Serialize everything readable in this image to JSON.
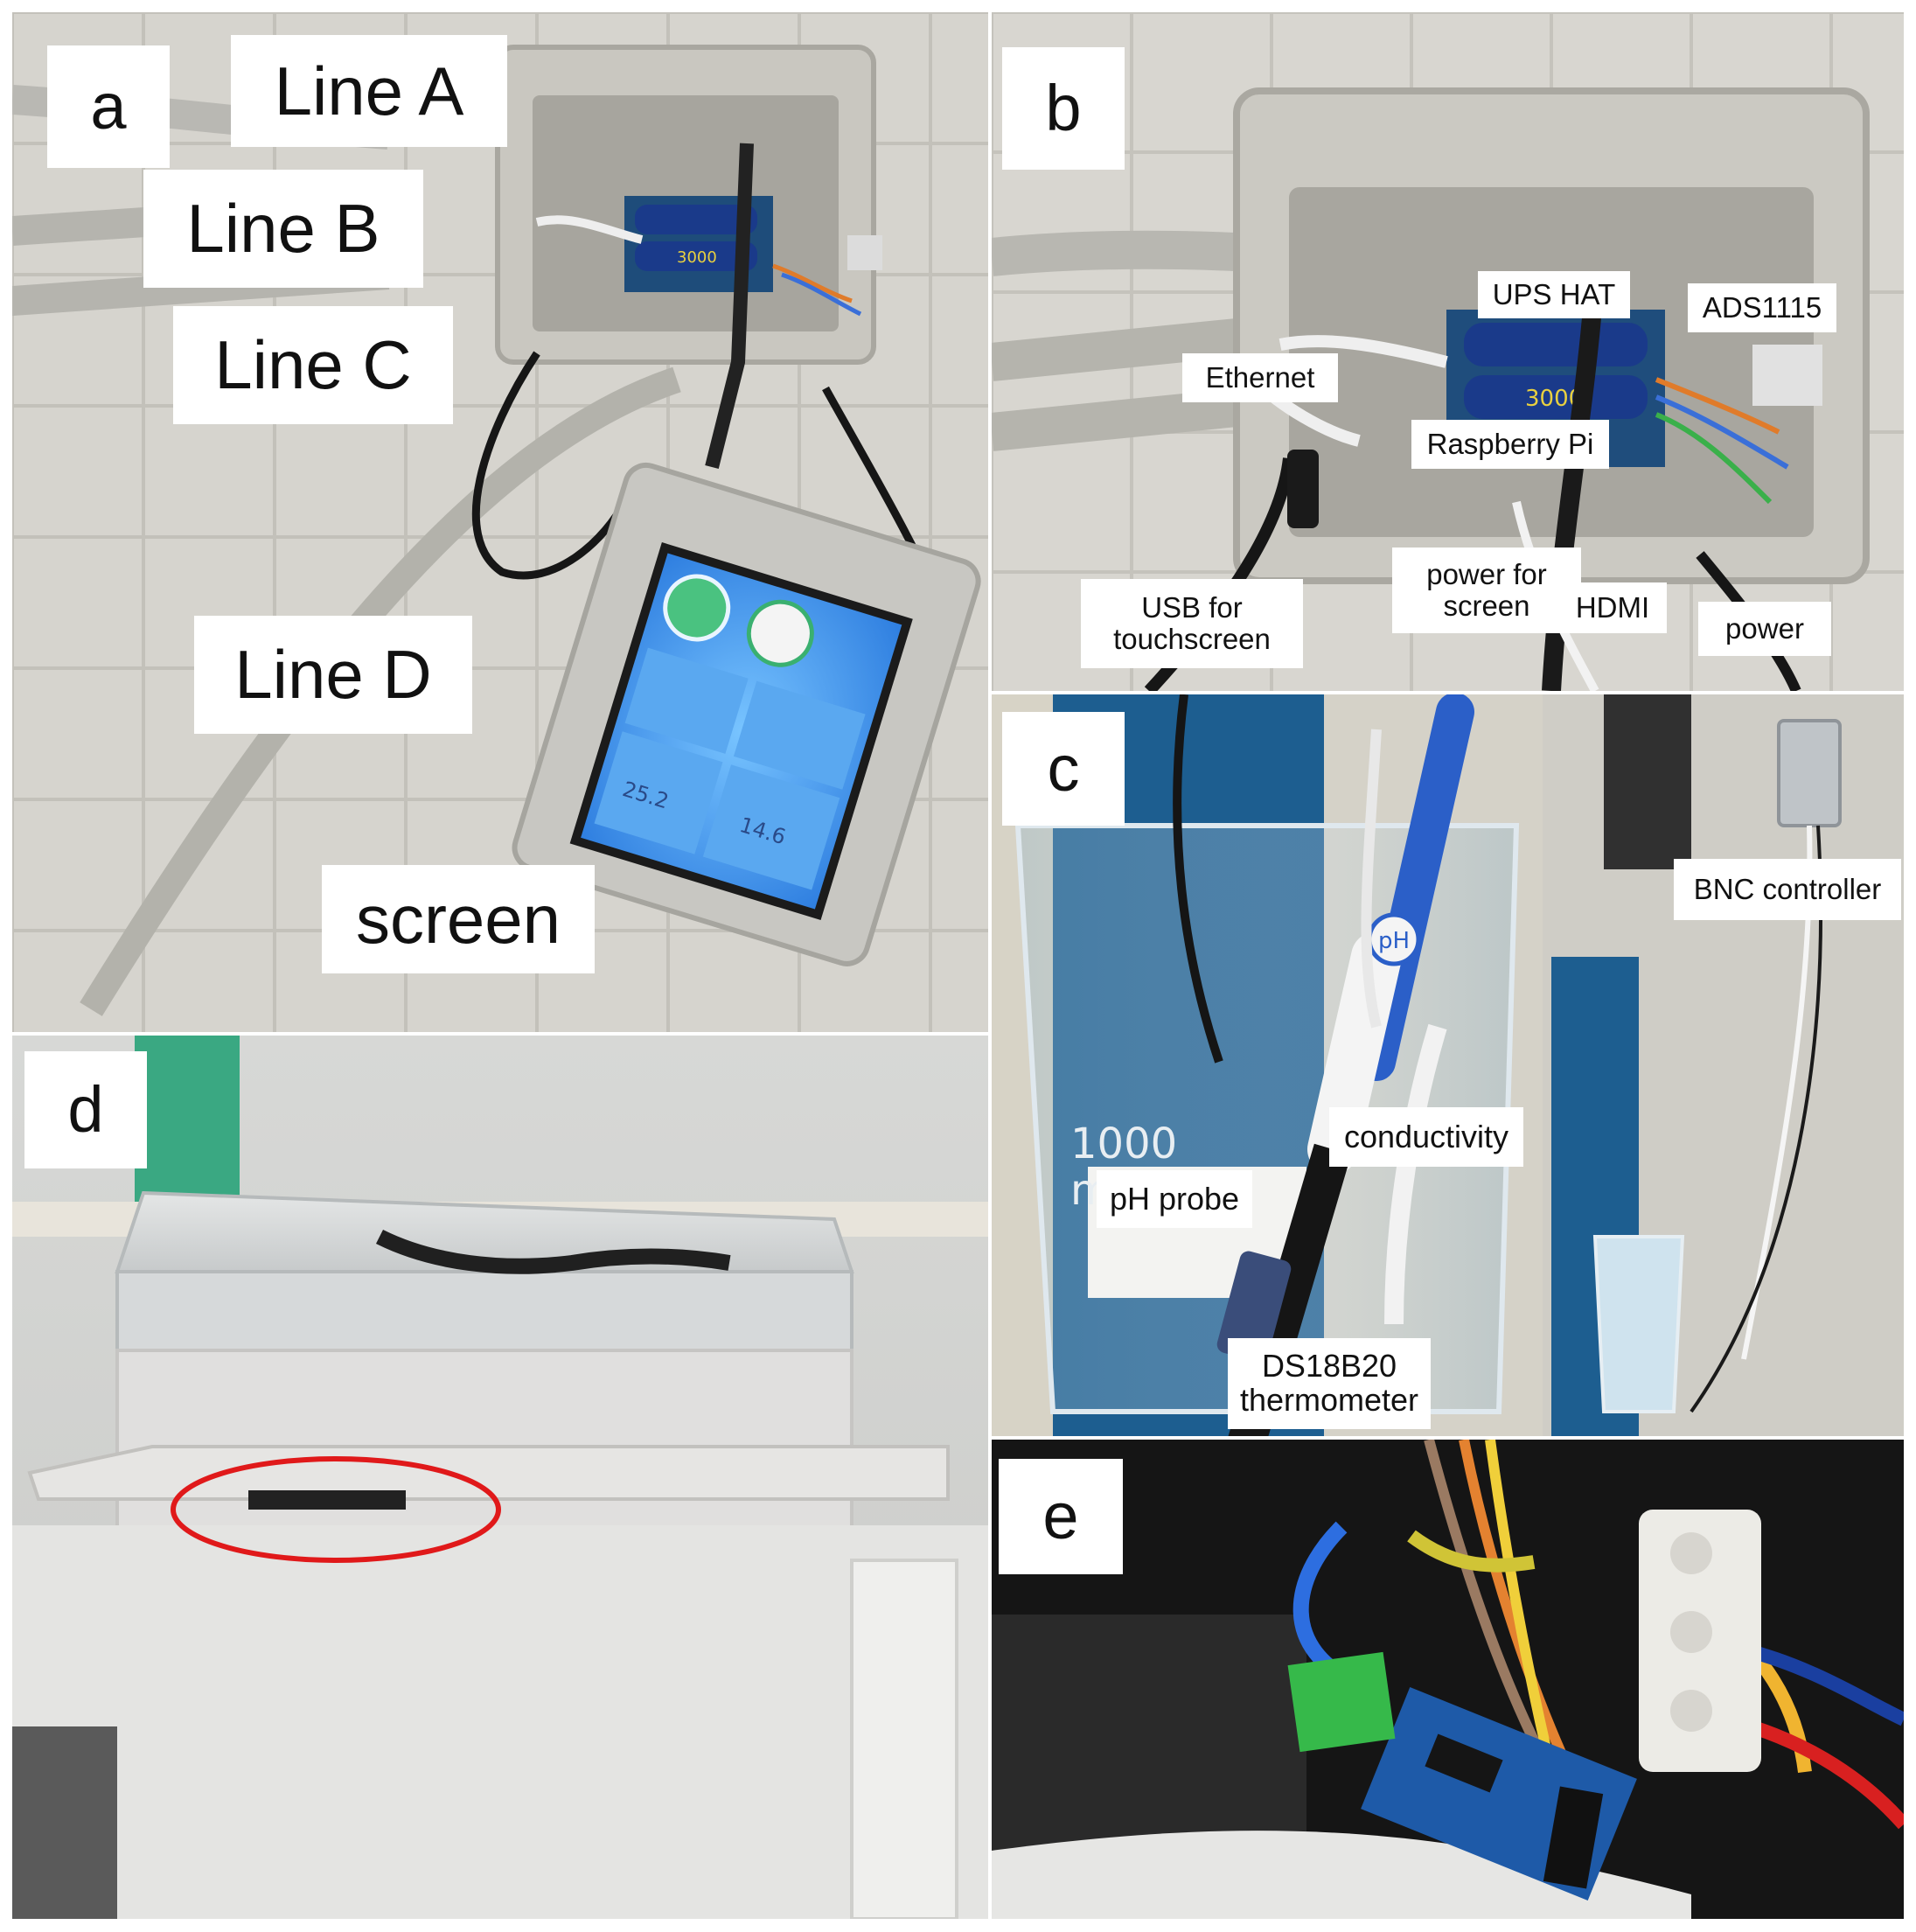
{
  "panels": {
    "a": {
      "letter": "a",
      "labels": {
        "line_a": "Line A",
        "line_b": "Line B",
        "line_c": "Line C",
        "line_d": "Line D",
        "screen": "screen"
      },
      "screen_values": {
        "v1": "25.2",
        "v2": "14.6"
      },
      "battery_text": "3000"
    },
    "b": {
      "letter": "b",
      "labels": {
        "ups_hat": "UPS HAT",
        "ads1115": "ADS1115",
        "ethernet": "Ethernet",
        "raspberry_pi": "Raspberry Pi",
        "power_for_screen": "power for\nscreen",
        "usb_for_touchscreen": "USB for\ntouchscreen",
        "hdmi": "HDMI",
        "power": "power"
      },
      "battery_text": "3000"
    },
    "c": {
      "letter": "c",
      "labels": {
        "conductivity": "conductivity",
        "ph_probe": "pH probe",
        "ds18b20": "DS18B20\nthermometer",
        "bnc_controller": "BNC controller"
      },
      "probe_mark": "pH",
      "beaker_mark": "1000\nml"
    },
    "d": {
      "letter": "d"
    },
    "e": {
      "letter": "e"
    }
  },
  "colors": {
    "wall_tile": "#d7d5cf",
    "enclosure": "#c9c7c0",
    "screen_glow": "#3f8fe8",
    "tank_blue": "#1c5f92",
    "highlight_circle": "#e0191a",
    "hose_green": "#3aa882",
    "terminal_green": "#36b94a",
    "sensor_board_blue": "#1e5aa8"
  }
}
